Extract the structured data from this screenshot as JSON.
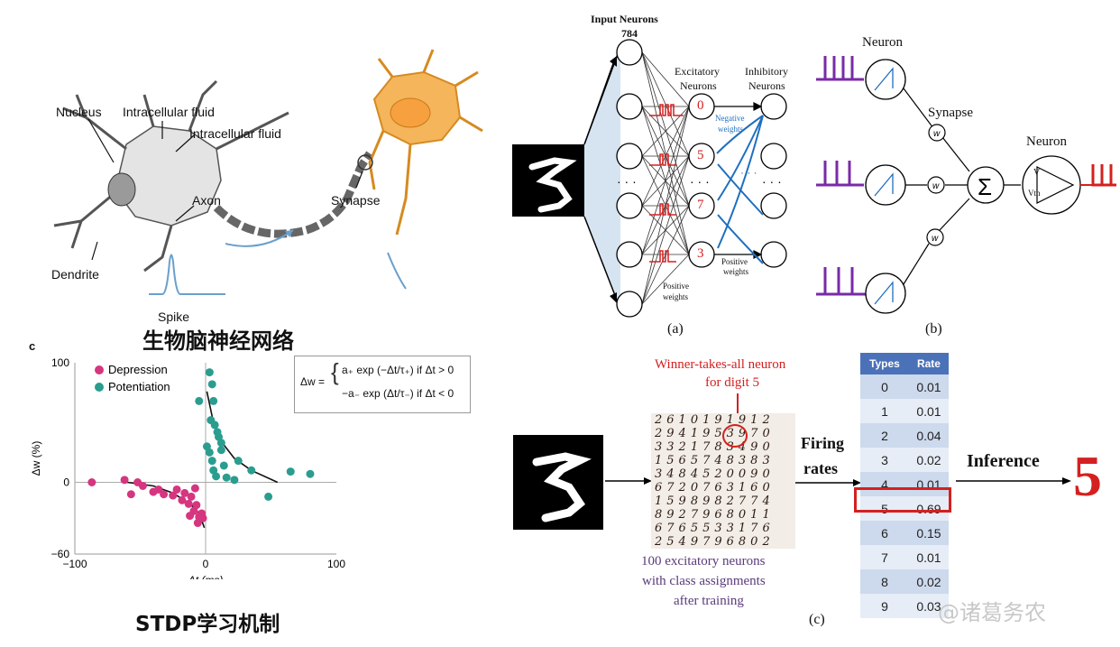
{
  "neuron_panel": {
    "labels": {
      "nucleus": "Nucleus",
      "intracellular_1": "Intracellular fluid",
      "intracellular_2": "Intracellular fluid",
      "axon": "Axon",
      "synapse": "Synapse",
      "dendrite": "Dendrite",
      "spike": "Spike"
    },
    "caption": "生物脑神经网络"
  },
  "stdp_panel": {
    "panel_letter": "c",
    "caption": "STDP学习机制",
    "formula": {
      "lhs": "Δw =",
      "case1": "a₊ exp (−Δt/τ₊) if Δt > 0",
      "case2": "−a₋ exp (Δt/τ₋) if Δt < 0"
    }
  },
  "chart_data": {
    "type": "scatter",
    "xlabel": "Δt (ms)",
    "ylabel": "Δw (%)",
    "xlim": [
      -100,
      100
    ],
    "ylim": [
      -60,
      100
    ],
    "xticks": [
      "−100",
      "0",
      "100"
    ],
    "yticks": [
      "100",
      "0",
      "−60"
    ],
    "legend_position": "top-left",
    "series": [
      {
        "name": "Depression",
        "color": "#d6357f",
        "points": [
          [
            -87,
            0
          ],
          [
            -62,
            2
          ],
          [
            -57,
            -10
          ],
          [
            -52,
            0
          ],
          [
            -48,
            -3
          ],
          [
            -40,
            -8
          ],
          [
            -36,
            -6
          ],
          [
            -32,
            -10
          ],
          [
            -25,
            -11
          ],
          [
            -22,
            -6
          ],
          [
            -18,
            -15
          ],
          [
            -16,
            -9
          ],
          [
            -13,
            -18
          ],
          [
            -11,
            -12
          ],
          [
            -9,
            -24
          ],
          [
            -8,
            -5
          ],
          [
            -7,
            -19
          ],
          [
            -6,
            -34
          ],
          [
            -5,
            -29
          ],
          [
            -3,
            -26
          ],
          [
            -2,
            -30
          ],
          [
            -12,
            -28
          ]
        ]
      },
      {
        "name": "Potentiation",
        "color": "#2a9d8f",
        "points": [
          [
            3,
            92
          ],
          [
            5,
            82
          ],
          [
            6,
            68
          ],
          [
            4,
            52
          ],
          [
            7,
            48
          ],
          [
            9,
            42
          ],
          [
            10,
            38
          ],
          [
            12,
            33
          ],
          [
            -5,
            68
          ],
          [
            1,
            30
          ],
          [
            3,
            25
          ],
          [
            5,
            18
          ],
          [
            6,
            10
          ],
          [
            8,
            5
          ],
          [
            12,
            27
          ],
          [
            14,
            14
          ],
          [
            16,
            4
          ],
          [
            22,
            2
          ],
          [
            25,
            18
          ],
          [
            35,
            10
          ],
          [
            48,
            -12
          ],
          [
            65,
            9
          ],
          [
            80,
            7
          ]
        ]
      }
    ],
    "fits": [
      {
        "name": "Depression fit",
        "color": "#111111",
        "points": [
          [
            -60,
            0
          ],
          [
            -40,
            -3
          ],
          [
            -25,
            -9
          ],
          [
            -12,
            -18
          ],
          [
            -5,
            -26
          ],
          [
            -1,
            -38
          ]
        ]
      },
      {
        "name": "Potentiation fit",
        "color": "#111111",
        "points": [
          [
            1,
            76
          ],
          [
            6,
            50
          ],
          [
            12,
            34
          ],
          [
            22,
            20
          ],
          [
            35,
            10
          ],
          [
            55,
            0
          ]
        ]
      }
    ]
  },
  "snn_panel_a": {
    "input_title": "Input Neurons",
    "input_count": "784",
    "exc_title_1": "Excitatory",
    "exc_title_2": "Neurons",
    "inh_title_1": "Inhibitory",
    "inh_title_2": "Neurons",
    "exc_digits": [
      "0",
      "5",
      "7",
      "3"
    ],
    "negative_1": "Negative",
    "negative_2": "weights",
    "positive_top_1": "Positive",
    "positive_top_2": "weights",
    "positive_bottom_1": "Positive",
    "positive_bottom_2": "weights",
    "caption": "(a)"
  },
  "snn_panel_b": {
    "neuron_1": "Neuron",
    "neuron_2": "Neuron",
    "synapse": "Synapse",
    "weight": "w",
    "vlabel": "V",
    "vth": "Vth",
    "caption": "(b)"
  },
  "panel_c": {
    "winner_1": "Winner-takes-all neuron",
    "winner_2": "for digit 5",
    "grid_rows": [
      "2610191912",
      "2941953970",
      "3321783490",
      "1565748383",
      "3484520090",
      "6720763160",
      "1598982774",
      "8927968011",
      "6765533176",
      "2549796802"
    ],
    "caption_1": "100 excitatory neurons",
    "caption_2": "with class assignments",
    "caption_3": "after training",
    "firing_1": "Firing",
    "firing_2": "rates",
    "inference": "Inference",
    "result": "5",
    "table": {
      "headers": [
        "Types",
        "Rate"
      ],
      "rows": [
        [
          "0",
          "0.01"
        ],
        [
          "1",
          "0.01"
        ],
        [
          "2",
          "0.04"
        ],
        [
          "3",
          "0.02"
        ],
        [
          "4",
          "0.01"
        ],
        [
          "5",
          "0.69"
        ],
        [
          "6",
          "0.15"
        ],
        [
          "7",
          "0.01"
        ],
        [
          "8",
          "0.02"
        ],
        [
          "9",
          "0.03"
        ]
      ],
      "highlight_row": 5
    },
    "caption": "(c)"
  },
  "watermark": "@诸葛务农",
  "colors": {
    "depression": "#d6357f",
    "potentiation": "#2a9d8f",
    "spike_red": "#d42020",
    "spike_purple": "#7a2aa8",
    "blue_arrow": "#1f6fbf",
    "table_header": "#4b72b8"
  }
}
